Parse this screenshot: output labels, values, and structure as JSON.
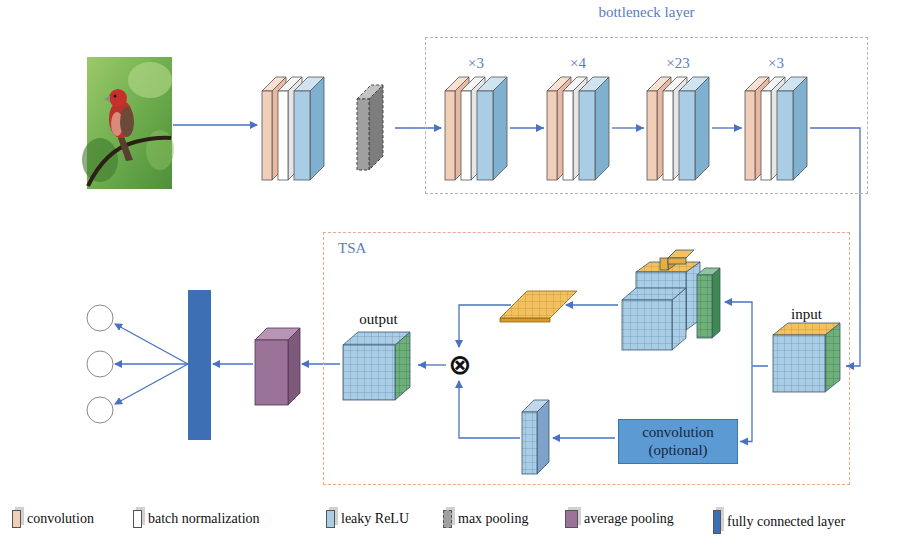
{
  "diagram": {
    "nodes": [
      {
        "text": [
          "bottleneck layer"
        ]
      },
      {
        "text": [
          "×3"
        ],
        "in": 0
      },
      {
        "text": [
          "×4"
        ],
        "in": 0
      },
      {
        "text": [
          "×23"
        ],
        "in": 0
      },
      {
        "text": [
          "×3"
        ],
        "in": 0
      },
      {
        "text": [
          "TSA"
        ]
      },
      {
        "text": [
          "input"
        ],
        "in": 5
      },
      {
        "text": [
          "convolution (optional)"
        ],
        "in": 5
      },
      {
        "text": [
          "⊗"
        ],
        "in": 5
      },
      {
        "text": [
          "output"
        ],
        "in": 5
      }
    ],
    "edges": [
      {
        "from": 1,
        "to": 2,
        "arrow": "to"
      },
      {
        "from": 2,
        "to": 3,
        "arrow": "to"
      },
      {
        "from": 3,
        "to": 4,
        "arrow": "to"
      },
      {
        "from": 4,
        "to": 6,
        "arrow": "to"
      },
      {
        "from": 6,
        "to": 7,
        "arrow": "to"
      },
      {
        "from": 8,
        "to": 9,
        "arrow": "to"
      }
    ],
    "legend": [
      {
        "text": "convolution",
        "color": "#f2cdb8"
      },
      {
        "text": "batch normalization",
        "color": "#ffffff"
      },
      {
        "text": "leaky ReLU",
        "color": "#a9cde4"
      },
      {
        "text": "max pooling",
        "color": "#a0a0a0"
      },
      {
        "text": "average pooling",
        "color": "#9b7398"
      },
      {
        "text": "fully connected layer",
        "color": "#3d6fb5"
      }
    ]
  }
}
